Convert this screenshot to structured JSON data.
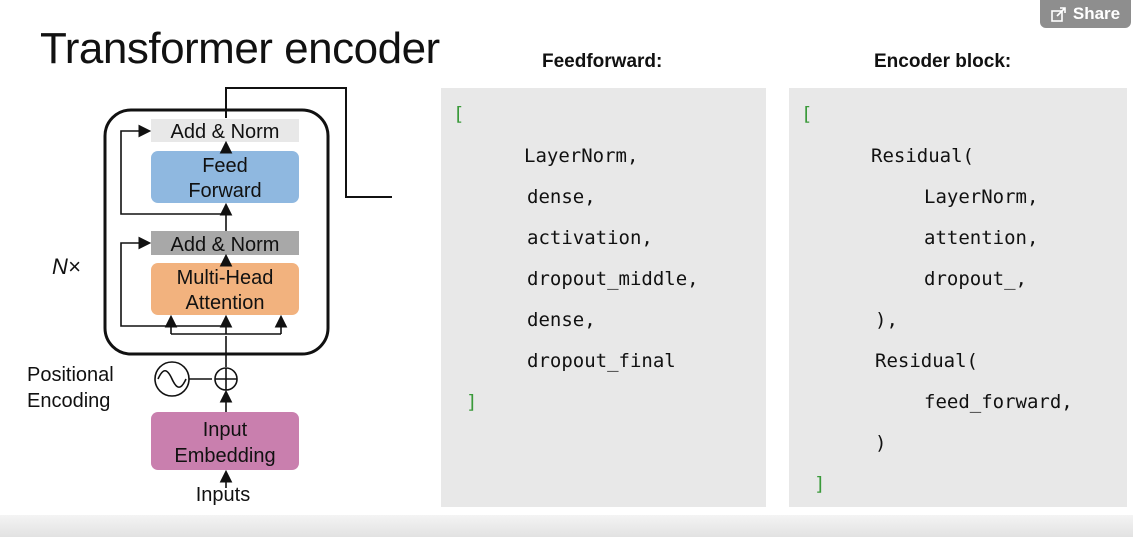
{
  "slide": {
    "title": "Transformer encoder"
  },
  "share_button": {
    "label": "Share"
  },
  "diagram": {
    "add_norm_top": "Add & Norm",
    "feed_forward_line1": "Feed",
    "feed_forward_line2": "Forward",
    "add_norm_bottom": "Add & Norm",
    "attention_line1": "Multi-Head",
    "attention_line2": "Attention",
    "repeat_label": "N×",
    "positional_line1": "Positional",
    "positional_line2": "Encoding",
    "embedding_line1": "Input",
    "embedding_line2": "Embedding",
    "inputs_label": "Inputs"
  },
  "feedforward_panel": {
    "heading": "Feedforward:",
    "open_bracket": "[",
    "lines": [
      "LayerNorm,",
      "dense,",
      "activation,",
      "dropout_middle,",
      "dense,",
      "dropout_final"
    ],
    "close_bracket": "]"
  },
  "encoder_panel": {
    "heading": "Encoder block:",
    "open_bracket": "[",
    "lines": [
      "Residual(",
      "LayerNorm,",
      "attention,",
      "dropout_,",
      "),",
      "Residual(",
      "feed_forward,",
      ")"
    ],
    "close_bracket": "]"
  },
  "colors": {
    "feed_forward_fill": "#8fb8e0",
    "attention_fill": "#f2b27e",
    "embedding_fill": "#c97fae",
    "add_norm_top_fill": "#e8e8e8",
    "add_norm_bottom_fill": "#a8a8a8",
    "code_bg": "#e8e8e8",
    "bracket_green": "#3a9a3a"
  }
}
